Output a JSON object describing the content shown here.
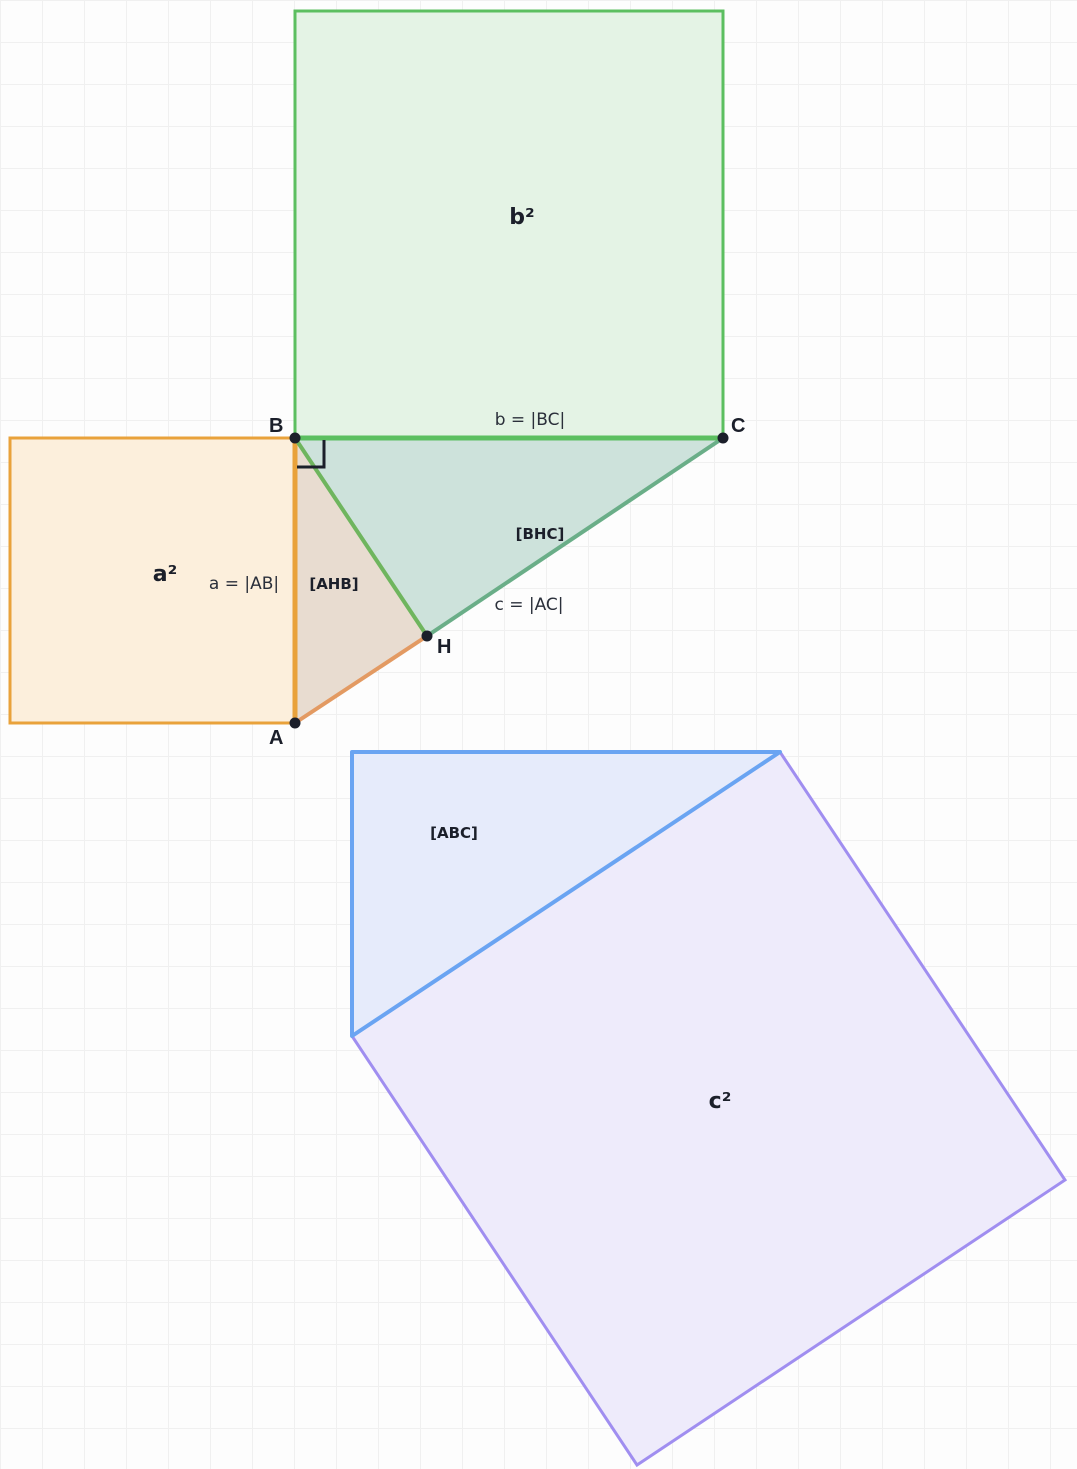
{
  "diagram": {
    "squares": {
      "a_sq": {
        "label": "a²",
        "stroke": "#e9a23b",
        "fill": "#fcefdc"
      },
      "b_sq": {
        "label": "b²",
        "stroke": "#5cbf60",
        "fill": "#e4f3e5"
      },
      "c_sq": {
        "label": "c²",
        "stroke": "#a08ef0",
        "fill": "#eeebfb"
      }
    },
    "triangles": {
      "ahb": {
        "label": "[AHB]",
        "fill": "#e8dcd0"
      },
      "bhc": {
        "label": "[BHC]",
        "fill": "#cde2db"
      },
      "abc": {
        "label": "[ABC]",
        "stroke": "#6aa4f2",
        "fill": "#e6ebfb"
      }
    },
    "segments": {
      "a": "a = |AB|",
      "b": "b = |BC|",
      "c": "c = |AC|"
    },
    "points": {
      "A": "A",
      "B": "B",
      "C": "C",
      "H": "H"
    },
    "point_color": "#1b1f2a"
  }
}
